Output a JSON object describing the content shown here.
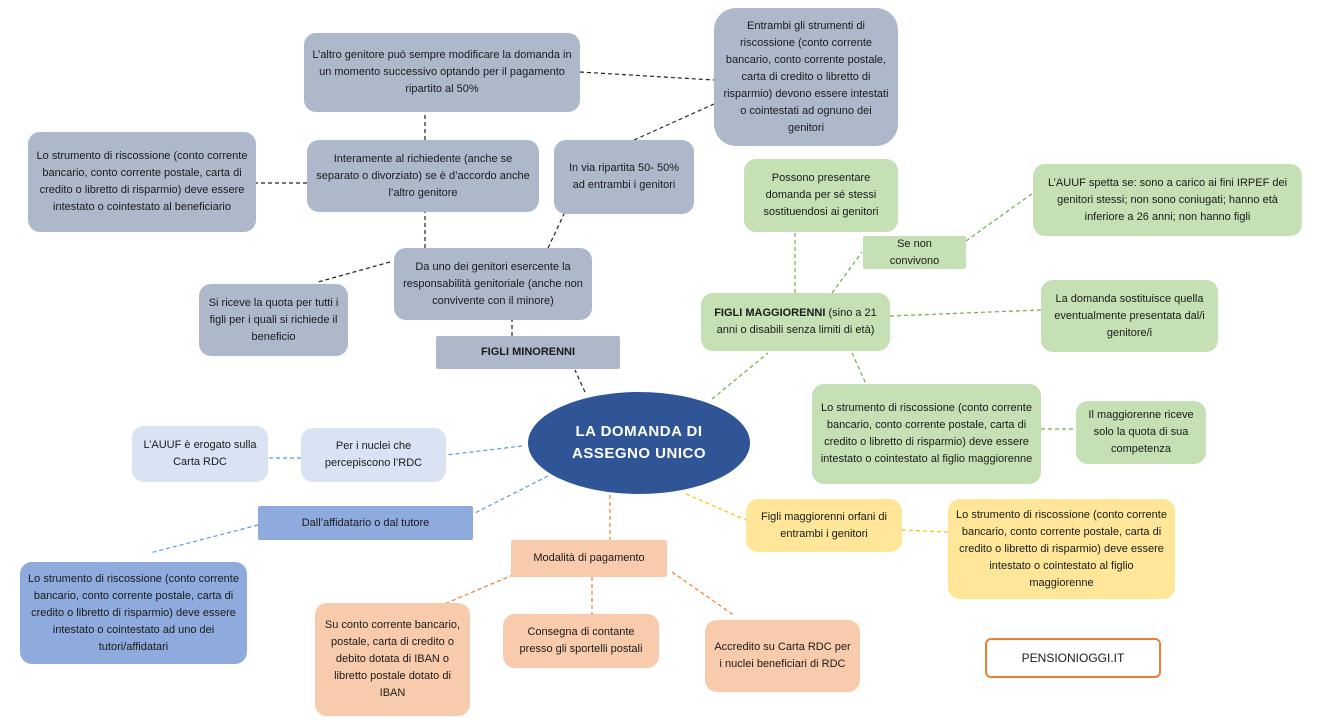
{
  "center": "LA DOMANDA DI ASSEGNO UNICO",
  "minors": {
    "title": "FIGLI MINORENNI",
    "other_parent_modify": "L’altro genitore può sempre modificare la domanda in un momento successivo optando per il pagamento ripartito al 50%",
    "both_accounts": "Entrambi gli strumenti di riscossione (conto corrente bancario, conto corrente postale, carta di credito o libretto di risparmio) devono essere intestati o cointestati ad ognuno dei genitori",
    "account_applicant": "Lo strumento di riscossione (conto corrente bancario, conto corrente postale, carta di credito o libretto di risparmio) deve essere intestato o cointestato al beneficiario",
    "full_to_applicant": "Interamente al richiedente (anche se separato o divorziato) se è d’accordo anche l’altro genitore",
    "split_50": "In via ripartita 50- 50% ad entrambi i genitori",
    "quota_all_children": "Si riceve la quota per tutti i figli per i quali si richiede il beneficio",
    "from_parent": "Da uno dei genitori esercente la responsabilità genitoriale (anche non convivente con il minore)"
  },
  "adults": {
    "title_bold": "FIGLI MAGGIORENNI",
    "title_rest": " (sino a 21 anni o disabili senza limiti di età)",
    "can_apply": "Possono presentare domanda per sé stessi sostituendosi ai genitori",
    "if_not_living": "Se non convivono",
    "auuf_conditions": "L’AUUF spetta se: sono a carico ai fini IRPEF dei genitori stessi; non sono coniugati; hanno età inferiore a 26 anni; non hanno figli",
    "replaces": "La domanda sostituisce quella eventualmente presentata dal/i genitore/i",
    "account_adult": "Lo strumento di riscossione (conto corrente bancario, conto corrente postale, carta di credito o libretto di risparmio) deve essere intestato o cointestato al figlio maggiorenne",
    "own_share": "Il maggiorenne riceve solo la quota di sua competenza"
  },
  "orphans": {
    "title": "Figli maggiorenni orfani di entrambi i genitori",
    "account": "Lo strumento di riscossione (conto corrente bancario, conto corrente postale, carta di credito o libretto di risparmio) deve essere intestato o cointestato al figlio maggiorenne"
  },
  "rdc": {
    "nuclei": "Per i nuclei che percepiscono l’RDC",
    "card": "L’AUUF è erogato sulla Carta RDC"
  },
  "tutor": {
    "title": "Dall’affidatario o dal tutore",
    "account": "Lo strumento di riscossione (conto corrente bancario, conto corrente postale, carta di credito o libretto di risparmio) deve essere intestato o cointestato ad uno dei tutori/affidatari"
  },
  "payment": {
    "title": "Modalità di pagamento",
    "account": "Su conto corrente bancario, postale, carta di credito o debito dotata di IBAN o libretto postale dotato di IBAN",
    "cash": "Consegna di contante presso gli sportelli postali",
    "rdc_card": "Accredito su Carta RDC per i nuclei beneficiari di RDC"
  },
  "brand": "PENSIONIOGGI.IT",
  "colors": {
    "center": "#2f5597",
    "minors": "#adb9ca",
    "adults": "#c5e0b4",
    "orphans": "#ffe699",
    "payment": "#f8cbad",
    "tutor": "#8faadc",
    "rdc": "#dae3f3",
    "brand_border": "#ed7d31"
  }
}
